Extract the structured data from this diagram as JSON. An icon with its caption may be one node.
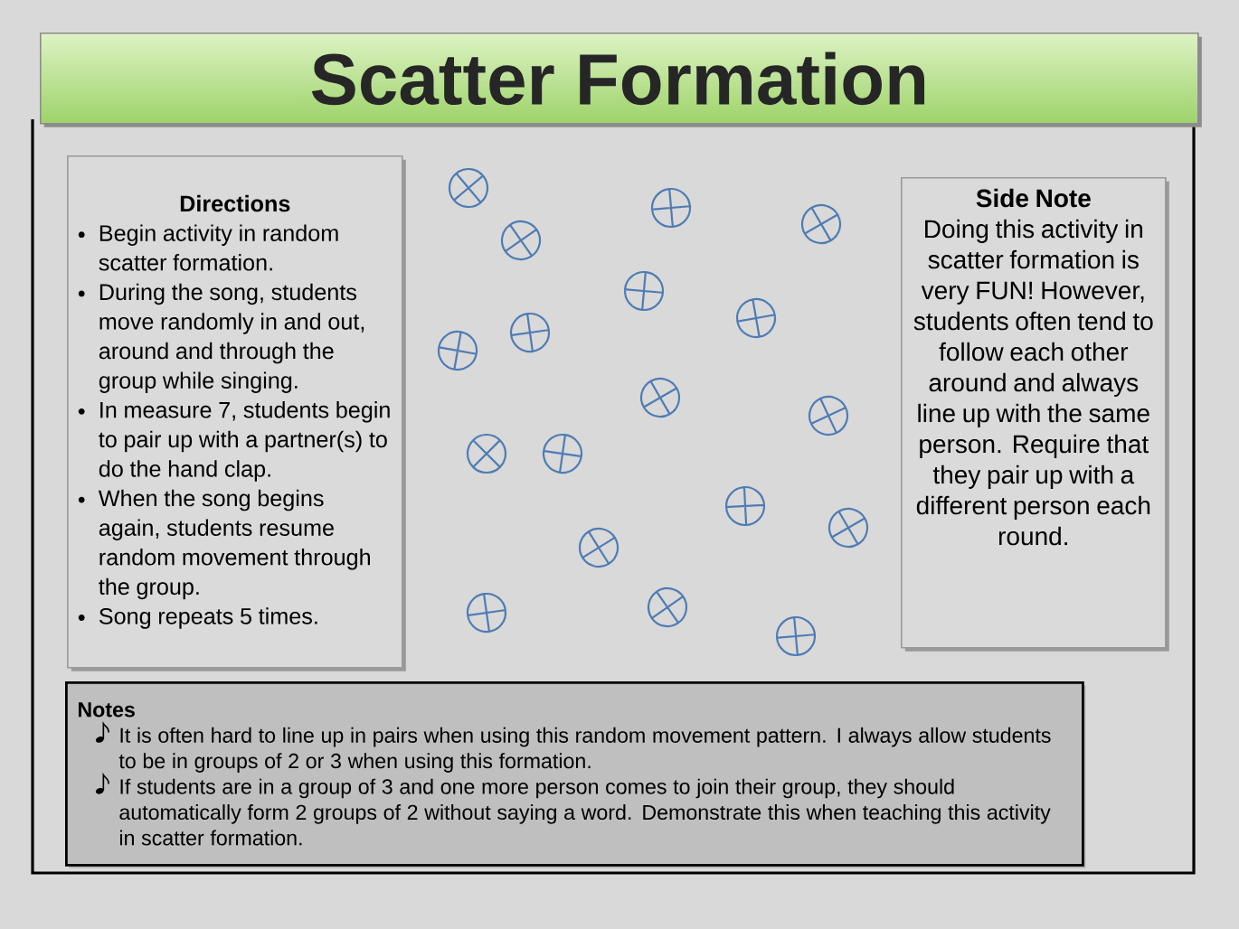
{
  "diagram": {
    "title": "Scatter Formation",
    "nodes": [
      {
        "text": [
          "Directions",
          "Begin activity in random scatter formation.",
          "During the song, students move randomly in and out, around and through the group while singing.",
          "In measure 7, students begin to pair up with a partner(s) to do the hand clap.",
          "When the song begins again,  students resume random movement through the group.",
          "Song repeats 5 times."
        ]
      },
      {
        "text": [
          "Side Note",
          "Doing this activity in scatter formation is very FUN! However, students often tend to follow each other around and always line up with the same person. Require that they pair up with a different person each round."
        ]
      },
      {
        "text": [
          "Notes",
          "It is often hard to line up in pairs when using this random movement pattern.  I always allow students to be in groups of 2 or 3 when using this formation.",
          "If students are in a group of 3 and one more person comes to join their group, they should automatically form 2 groups of 2 without saying a word. Demonstrate this when teaching this activity in scatter formation."
        ]
      }
    ]
  }
}
